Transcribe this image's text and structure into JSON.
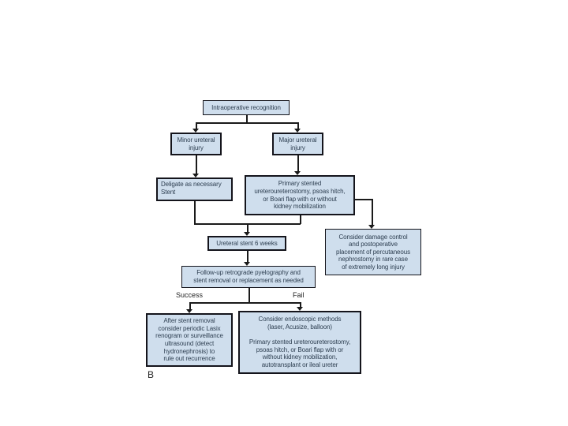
{
  "figure_label": "B",
  "colors": {
    "background": "#ffffff",
    "node_fill": "#cfdeed",
    "node_border": "#14141b",
    "text": "#2d3e50",
    "line": "#1a1a1a",
    "label_text": "#1f1f1f"
  },
  "flowchart": {
    "nodes": {
      "intraoperative_recognition": "Intraoperative recognition",
      "minor_ureteral_injury": "Minor ureteral\ninjury",
      "major_ureteral_injury": "Major ureteral\ninjury",
      "deligate_stent": "Deligate as necessary\nStent",
      "primary_stented_repair": "Primary stented\nureteroureterostomy, psoas hitch,\nor Boari flap with or without\nkidney mobilization",
      "ureteral_stent_6_weeks": "Ureteral stent 6 weeks",
      "damage_control": "Consider damage control\nand postoperative\nplacement of percutaneous\nnephrostomy in rare case\nof extremely long injury",
      "followup_pyelography": "Follow-up retrograde pyelography and\nstent removal or replacement as needed",
      "after_stent_removal": "After stent removal\nconsider periodic Lasix\nrenogram or surveillance\nultrasound (detect\nhydronephrosis) to\nrule out recurrence",
      "fail_options": "Consider endoscopic methods\n(laser, Acusize, balloon)\n\nPrimary stented ureteroureterostomy,\npsoas hitch, or Boari flap with or\nwithout kidney mobilization,\nautotransplant or ileal ureter"
    },
    "edge_labels": {
      "success": "Success",
      "fail": "Fail"
    }
  }
}
